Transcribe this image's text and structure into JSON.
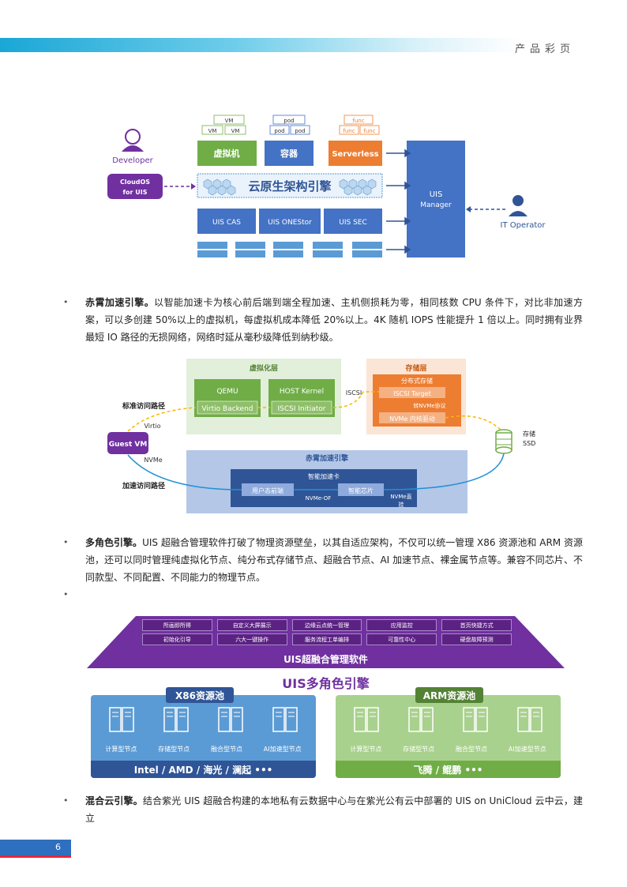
{
  "header": {
    "title": "产品彩页"
  },
  "diagram1": {
    "vm_top": "VM",
    "vm_a": "VM",
    "vm_b": "VM",
    "pod_top": "pod",
    "pod_a": "pod",
    "pod_b": "pod",
    "func_top": "func",
    "func_a": "func",
    "func_b": "func",
    "virt": "虚拟机",
    "container": "容器",
    "serverless": "Serverless",
    "engine": "云原生架构引擎",
    "cas": "UIS CAS",
    "onestor": "UIS ONEStor",
    "sec": "UIS SEC",
    "manager_line1": "UIS",
    "manager_line2": "Manager",
    "developer": "Developer",
    "cloudos_line1": "CloudOS",
    "cloudos_line2": "for UIS",
    "operator": "IT Operator"
  },
  "para1": {
    "bold": "赤霄加速引擎。",
    "text": "以智能加速卡为核心前后端到端全程加速、主机侧损耗为零，相同核数 CPU 条件下，对比非加速方案，可以多创建 50%以上的虚拟机，每虚拟机成本降低 20%以上。4K 随机 IOPS 性能提升 1 倍以上。同时拥有业界最短 IO 路径的无损网络，网络时延从毫秒级降低到纳秒级。"
  },
  "diagram2": {
    "virt_layer": "虚拟化层",
    "qemu": "QEMU",
    "host_kernel": "HOST Kernel",
    "virtio_backend": "Virtio Backend",
    "iscsi_initiator": "ISCSI Initiator",
    "iscsi": "ISCSI",
    "storage_layer": "存储层",
    "dist_storage": "分布式存储",
    "iscsi_target": "ISCSI Target",
    "to_nvme": "转NVMe协议",
    "nvme_driver": "NVMe 内核驱动",
    "std_path": "标准访问路径",
    "virtio": "Virtio",
    "guest_vm": "Guest VM",
    "nvme": "NVMe",
    "accel_path": "加速访问路径",
    "chixiao_engine": "赤霄加速引擎",
    "smart_card": "智能加速卡",
    "user_frontend": "用户态前端",
    "nvme_of": "NVMe-OF",
    "smart_chip": "智能芯片",
    "nvme_direct_1": "NVMe直",
    "nvme_direct_2": "挂",
    "storage_1": "存储",
    "storage_2": "SSD"
  },
  "para2": {
    "bold": "多角色引擎。",
    "text": "UIS 超融合管理软件打破了物理资源壁垒，以其自适应架构，不仅可以统一管理 X86 资源池和 ARM 资源池，还可以同时管理纯虚拟化节点、纯分布式存储节点、超融合节点、AI 加速节点、裸金属节点等。兼容不同芯片、不同款型、不同配置、不同能力的物理节点。"
  },
  "diagram3": {
    "row1": [
      "所画即所得",
      "自定义大屏展示",
      "边缘云点统一管理",
      "应用监控",
      "首页快捷方式"
    ],
    "row2": [
      "初始化引导",
      "六大一键操作",
      "服务流程工单编排",
      "可靠性中心",
      "硬盘故障预测"
    ],
    "mgmt": "UIS超融合管理软件",
    "engine_title": "UIS多角色引擎",
    "x86_title": "X86资源池",
    "x86_nodes": [
      "计算型节点",
      "存储型节点",
      "融合型节点",
      "AI加速型节点"
    ],
    "x86_vendors": "Intel / AMD / 海光 / 澜起 •••",
    "arm_title": "ARM资源池",
    "arm_nodes": [
      "计算型节点",
      "存储型节点",
      "融合型节点",
      "AI加速型节点"
    ],
    "arm_vendors": "飞腾 / 鲲鹏 •••"
  },
  "para3": {
    "bold": "混合云引擎。",
    "text": "结合紫光 UIS 超融合构建的本地私有云数据中心与在紫光公有云中部署的 UIS on UniCloud 云中云，建立"
  },
  "footer": {
    "page": "6"
  },
  "colors": {
    "header_accent": "#1aa7d6",
    "green": "#70ad47",
    "orange": "#ed7d31",
    "blue": "#4472c4",
    "purple": "#7030a0"
  }
}
